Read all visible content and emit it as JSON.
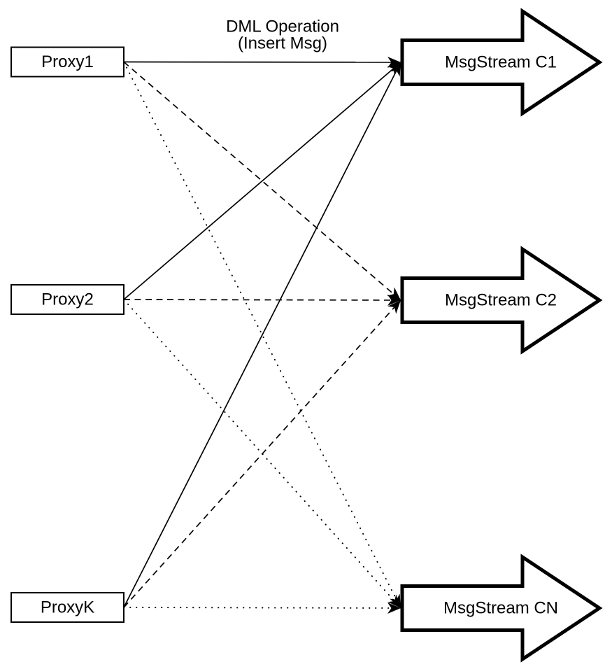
{
  "title": {
    "line1": "DML Operation",
    "line2": "(Insert Msg)"
  },
  "nodes": {
    "proxies": [
      {
        "id": "proxy1",
        "label": "Proxy1"
      },
      {
        "id": "proxy2",
        "label": "Proxy2"
      },
      {
        "id": "proxyk",
        "label": "ProxyK"
      }
    ],
    "streams": [
      {
        "id": "c1",
        "label": "MsgStream C1"
      },
      {
        "id": "c2",
        "label": "MsgStream C2"
      },
      {
        "id": "cn",
        "label": "MsgStream CN"
      }
    ]
  },
  "edges": [
    {
      "from": "proxy1",
      "to": "c1",
      "style": "solid"
    },
    {
      "from": "proxy2",
      "to": "c1",
      "style": "solid"
    },
    {
      "from": "proxyk",
      "to": "c1",
      "style": "solid"
    },
    {
      "from": "proxy1",
      "to": "c2",
      "style": "dashed"
    },
    {
      "from": "proxy2",
      "to": "c2",
      "style": "dashed"
    },
    {
      "from": "proxyk",
      "to": "c2",
      "style": "dashed"
    },
    {
      "from": "proxy1",
      "to": "cn",
      "style": "dotted"
    },
    {
      "from": "proxy2",
      "to": "cn",
      "style": "dotted"
    },
    {
      "from": "proxyk",
      "to": "cn",
      "style": "dotted"
    }
  ],
  "colors": {
    "stroke": "#000000",
    "fill": "#ffffff",
    "background": "#ffffff"
  }
}
